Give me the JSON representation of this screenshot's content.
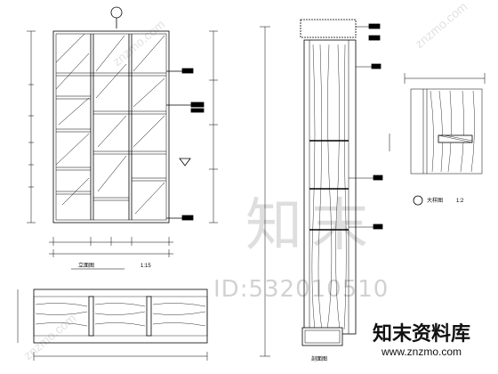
{
  "drawing": {
    "elevation_caption": "立面图",
    "elevation_scale": "1:15",
    "detail_caption": "大样图",
    "detail_scale": "1:2",
    "section_caption": "剖面图"
  },
  "watermark": {
    "big_text": "知末",
    "id_text": "ID:532010510",
    "site_name": "知末资料库",
    "site_url": "www.znzmo.com",
    "diagonal_text": "znzmo.com"
  }
}
